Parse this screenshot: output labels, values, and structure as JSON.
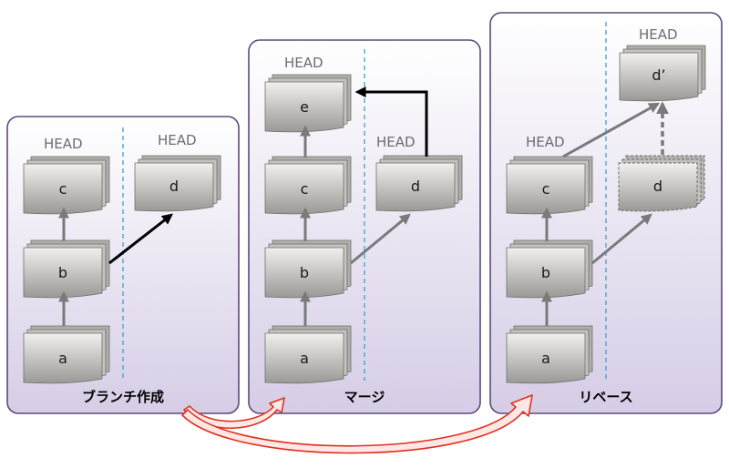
{
  "head_label": "HEAD",
  "panels": [
    {
      "title": "ブランチ作成",
      "commits": {
        "a": "a",
        "b": "b",
        "c": "c",
        "d": "d"
      }
    },
    {
      "title": "マージ",
      "commits": {
        "a": "a",
        "b": "b",
        "c": "c",
        "d": "d",
        "e": "e"
      }
    },
    {
      "title": "リベース",
      "commits": {
        "a": "a",
        "b": "b",
        "c": "c",
        "d": "d",
        "d_prime": "d’"
      }
    }
  ],
  "colors": {
    "panel_fill_top": "#ffffff",
    "panel_fill_bottom": "#d6cde6",
    "panel_border": "#5b4a7a",
    "divider": "#3ba0d4",
    "commit_fill_top": "#efeeed",
    "commit_fill_bottom": "#9d9b97",
    "arrow_gray": "#7a7a7a",
    "arrow_black": "#000000",
    "big_arrow_outline": "#e0301e",
    "big_arrow_fill": "#fde8e6"
  }
}
